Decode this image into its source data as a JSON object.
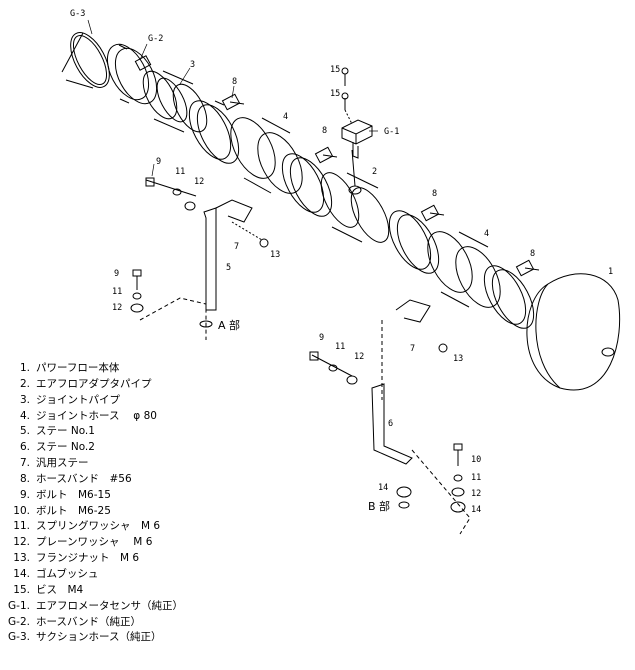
{
  "callouts": {
    "G3": "G-3",
    "G2": "G-2",
    "G1": "G-1",
    "p1": "1",
    "p2": "2",
    "p3": "3",
    "p4a": "4",
    "p4b": "4",
    "p5": "5",
    "p6": "6",
    "p7a": "7",
    "p7b": "7",
    "p8a": "8",
    "p8b": "8",
    "p8c": "8",
    "p8d": "8",
    "p9a": "9",
    "p9b": "9",
    "p9c": "9",
    "p10": "10",
    "p11a": "11",
    "p11b": "11",
    "p11c": "11",
    "p11d": "11",
    "p12a": "12",
    "p12b": "12",
    "p12c": "12",
    "p12d": "12",
    "p13a": "13",
    "p13b": "13",
    "p14a": "14",
    "p14b": "14",
    "p15a": "15",
    "p15b": "15"
  },
  "detail_labels": {
    "a": "A 部",
    "b": "B 部"
  },
  "parts": [
    {
      "num": "1.",
      "name": "パワーフロー本体"
    },
    {
      "num": "2.",
      "name": "エアフロアダプタパイプ"
    },
    {
      "num": "3.",
      "name": "ジョイントパイプ"
    },
    {
      "num": "4.",
      "name": "ジョイントホース　 φ 80"
    },
    {
      "num": "5.",
      "name": "ステー No.1"
    },
    {
      "num": "6.",
      "name": "ステー No.2"
    },
    {
      "num": "7.",
      "name": "汎用ステー"
    },
    {
      "num": "8.",
      "name": "ホースバンド　#56"
    },
    {
      "num": "9.",
      "name": "ボルト　M6-15"
    },
    {
      "num": "10.",
      "name": "ボルト　M6-25"
    },
    {
      "num": "11.",
      "name": "スプリングワッシャ　M 6"
    },
    {
      "num": "12.",
      "name": "プレーンワッシャ　 M 6"
    },
    {
      "num": "13.",
      "name": "フランジナット　M 6"
    },
    {
      "num": "14.",
      "name": "ゴムブッシュ"
    },
    {
      "num": "15.",
      "name": "ビス　M4"
    },
    {
      "num": "G-1.",
      "name": "エアフロメータセンサ（純正）"
    },
    {
      "num": "G-2.",
      "name": "ホースバンド（純正）"
    },
    {
      "num": "G-3.",
      "name": "サクションホース（純正）"
    }
  ]
}
